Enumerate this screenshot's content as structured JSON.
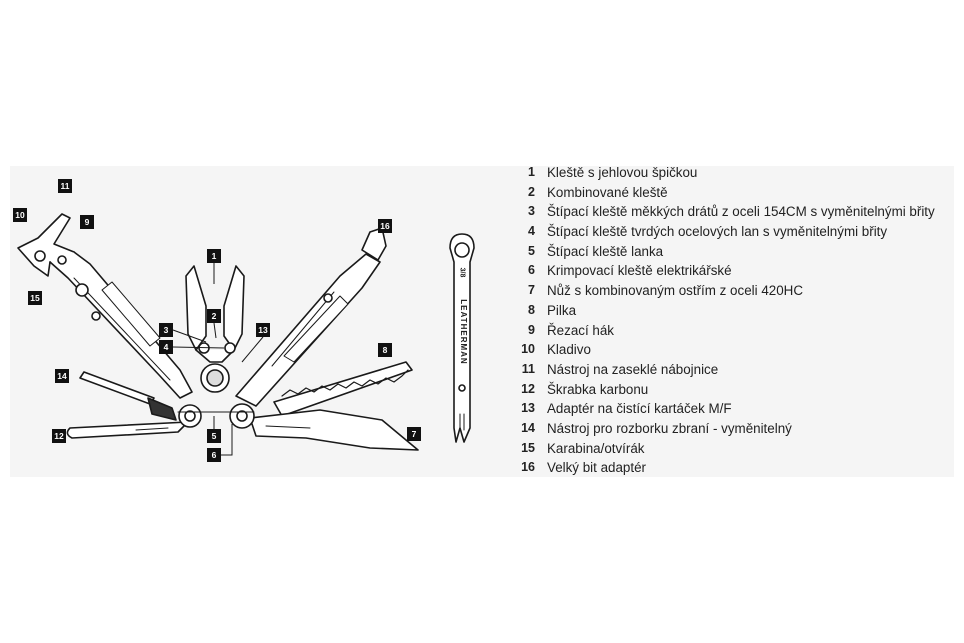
{
  "callouts": [
    "1",
    "2",
    "3",
    "4",
    "5",
    "6",
    "7",
    "8",
    "9",
    "10",
    "11",
    "12",
    "13",
    "14",
    "15",
    "16"
  ],
  "engraving": {
    "brand": "LEATHERMAN",
    "mark": "3/8"
  },
  "legend": [
    {
      "num": "1",
      "label": "Kleště s jehlovou špičkou"
    },
    {
      "num": "2",
      "label": "Kombinované kleště"
    },
    {
      "num": "3",
      "label": "Štípací kleště měkkých drátů z oceli 154CM s vyměnitelnými břity"
    },
    {
      "num": "4",
      "label": "Štípací kleště tvrdých ocelových lan s vyměnitelnými břity"
    },
    {
      "num": "5",
      "label": "Štípací kleště lanka"
    },
    {
      "num": "6",
      "label": "Krimpovací kleště elektrikářské"
    },
    {
      "num": "7",
      "label": "Nůž s kombinovaným ostřím z oceli 420HC"
    },
    {
      "num": "8",
      "label": "Pilka"
    },
    {
      "num": "9",
      "label": "Řezací hák"
    },
    {
      "num": "10",
      "label": "Kladivo"
    },
    {
      "num": "11",
      "label": "Nástroj na zaseklé nábojnice"
    },
    {
      "num": "12",
      "label": "Škrabka karbonu"
    },
    {
      "num": "13",
      "label": "Adaptér na čistící kartáček M/F"
    },
    {
      "num": "14",
      "label": "Nástroj pro rozborku zbraní - vyměnitelný"
    },
    {
      "num": "15",
      "label": "Karabina/otvírák"
    },
    {
      "num": "16",
      "label": "Velký bit adaptér"
    }
  ]
}
